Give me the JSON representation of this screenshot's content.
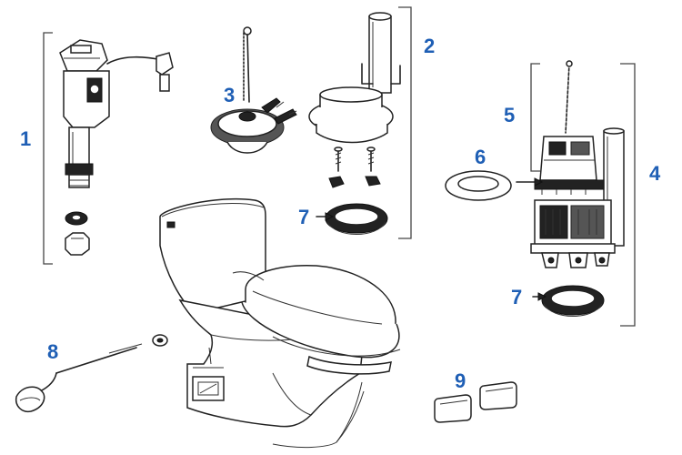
{
  "callouts": {
    "c1": "1",
    "c2": "2",
    "c3": "3",
    "c4": "4",
    "c5": "5",
    "c6": "6",
    "c7a": "7",
    "c7b": "7",
    "c8": "8",
    "c9": "9"
  },
  "colors": {
    "callout": "#1f5fb5",
    "line": "#222222",
    "background": "#ffffff"
  }
}
